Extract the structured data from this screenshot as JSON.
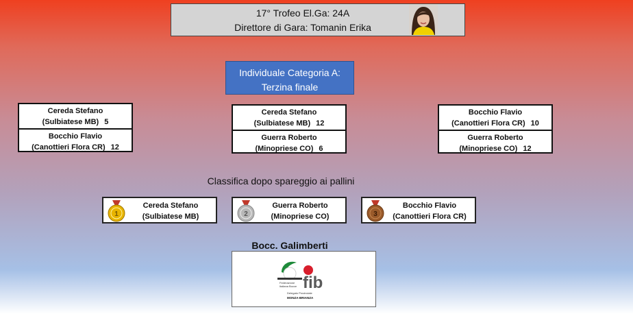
{
  "header": {
    "title": "17° Trofeo El.Ga: 24A",
    "director": "Direttore di Gara: Tomanin Erika"
  },
  "category": {
    "line1": "Individuale Categoria A:",
    "line2": "Terzina finale"
  },
  "matches": [
    {
      "p1": {
        "name": "Cereda Stefano",
        "club": "(Sulbiatese MB)",
        "score": "5"
      },
      "p2": {
        "name": "Bocchio Flavio",
        "club": "(Canottieri Flora CR)",
        "score": "12"
      }
    },
    {
      "p1": {
        "name": "Cereda Stefano",
        "club": "(Sulbiatese MB)",
        "score": "12"
      },
      "p2": {
        "name": "Guerra Roberto",
        "club": "(Minopriese CO)",
        "score": "6"
      }
    },
    {
      "p1": {
        "name": "Bocchio Flavio",
        "club": "(Canottieri Flora CR)",
        "score": "10"
      },
      "p2": {
        "name": "Guerra Roberto",
        "club": "(Minopriese CO)",
        "score": "12"
      }
    }
  ],
  "classifica": "Classifica dopo spareggio ai pallini",
  "podium": [
    {
      "rank": "1",
      "name": "Cereda Stefano",
      "club": "(Sulbiatese MB)",
      "medal_color": "#e8b400"
    },
    {
      "rank": "2",
      "name": "Guerra Roberto",
      "club": "(Minopriese CO)",
      "medal_color": "#b8b8b8"
    },
    {
      "rank": "3",
      "name": "Bocchio Flavio",
      "club": "(Canottieri Flora CR)",
      "medal_color": "#9a5a2a"
    }
  ],
  "club": "Bocc. Galimberti",
  "logo": {
    "brand": "fib",
    "line1": "Federazione",
    "line2": "Italiana Bocce",
    "line3": "Delegato Provinciale",
    "line4": "MONZA-BRIANZA"
  }
}
